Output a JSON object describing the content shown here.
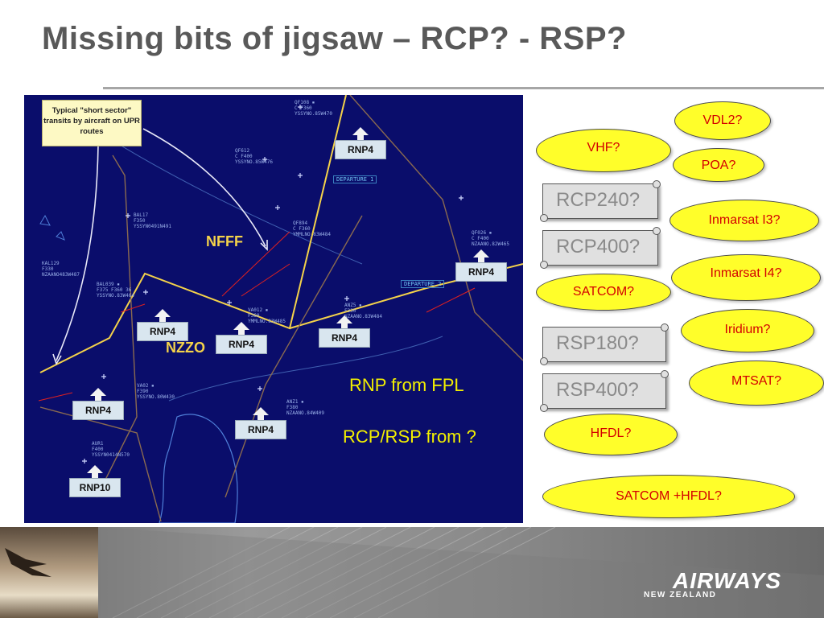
{
  "title": "Missing bits of jigsaw – RCP? - RSP?",
  "radar": {
    "note": "Typical \"short sector\" transits by aircraft on UPR routes",
    "fir_nfff": "NFFF",
    "fir_nzzo": "NZZO",
    "departure_1": "DEPARTURE 1",
    "departure_2": "DEPARTURE 2",
    "track_tags": [
      "QF108 ▪\nC F360\nYSSYNO.85W470",
      "QF612\nC F400\nYSSYNO.85W476",
      "BAL17\nF350\nYSSYN0491N491",
      "QF894\nC F360\nYMMLNO.83W484",
      "QF026 ▪\nC F400\nNZAANO.82W465",
      "KAL129\nF330\nNZAANO483W487",
      "BAL039 ▪\nF375 F360 36\nYSSYNO.83W464",
      "VA012 ▪\nF360\nYMMLNO.83W485",
      "ANZ5 ▪\nF330\nNZAANO.83W484",
      "VA02 ▪\nF390\nYSSYNO.80W430",
      "ANZ1 ▪\nF380\nNZAANO.84W409",
      "AUR1\nF400\nYSSYN0414N570"
    ],
    "rnp_labels": [
      "RNP4",
      "RNP4",
      "RNP4",
      "RNP4",
      "RNP4",
      "RNP4",
      "RNP4",
      "RNP10"
    ],
    "rnp_from": "RNP from FPL",
    "rcp_rsp_from": "RCP/RSP from ?"
  },
  "scrolls": {
    "rcp240": "RCP240?",
    "rcp400": "RCP400?",
    "rsp180": "RSP180?",
    "rsp400": "RSP400?"
  },
  "technologies": {
    "vdl2": "VDL2?",
    "vhf": "VHF?",
    "poa": "POA?",
    "inmarsat_i3": "Inmarsat I3?",
    "inmarsat_i4": "Inmarsat I4?",
    "satcom": "SATCOM?",
    "iridium": "Iridium?",
    "mtsat": "MTSAT?",
    "hfdl": "HFDL?",
    "satcom_hfdl": "SATCOM +HFDL?"
  },
  "footer": {
    "logo_main": "AIRWAYS",
    "logo_sub": "NEW ZEALAND"
  },
  "colors": {
    "radar_background": "#0a0d6b",
    "fir_boundary": "#f4d24a",
    "ellipse_fill": "#fffe2a",
    "ellipse_text": "#d40000",
    "radar_text": "#f3f000"
  }
}
